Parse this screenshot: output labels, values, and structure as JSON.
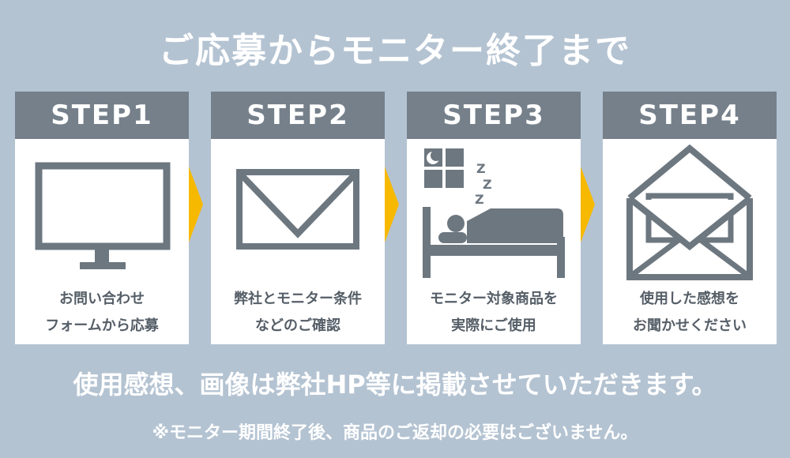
{
  "title": "ご応募からモニター終了まで",
  "steps": [
    {
      "label": "STEP1",
      "line1": "お問い合わせ",
      "line2": "フォームから応募",
      "icon": "monitor-icon"
    },
    {
      "label": "STEP2",
      "line1": "弊社とモニター条件",
      "line2": "などのご確認",
      "icon": "envelope-icon"
    },
    {
      "label": "STEP3",
      "line1": "モニター対象商品を",
      "line2": "実際にご使用",
      "icon": "sleeping-bed-icon",
      "zzz": "Z"
    },
    {
      "label": "STEP4",
      "line1": "使用した感想を",
      "line2": "お聞かせください",
      "icon": "open-envelope-icon"
    }
  ],
  "note_main": "使用感想、画像は弊社HP等に掲載させていただきます。",
  "note_sub": "※モニター期間終了後、商品のご返却の必要はございません。",
  "colors": {
    "background": "#b4c3d2",
    "header": "#75808b",
    "arrow": "#f6b900",
    "icon": "#6d7780",
    "card_text": "#555e67"
  }
}
